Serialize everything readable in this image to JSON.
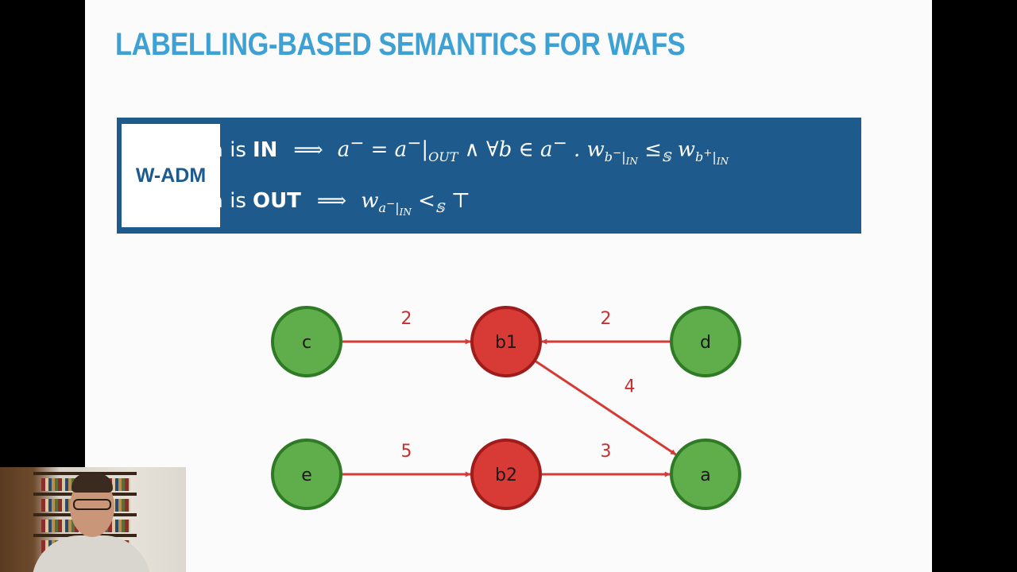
{
  "slide": {
    "title": "LABELLING-BASED SEMANTICS FOR WAFS"
  },
  "definition": {
    "label": "W-ADM",
    "in_rule": {
      "prefix": "a is",
      "keyword": "IN",
      "arrow": "⟹",
      "formula": "a⁻ = a⁻|OUT ∧ ∀b ∈ a⁻ . w_{b⁻|IN} ≤𝕊 w_{b⁺|IN}"
    },
    "out_rule": {
      "prefix": "a is",
      "keyword": "OUT",
      "arrow": "⟹",
      "formula": "w_{a⁻|IN} <𝕊 ⊤"
    }
  },
  "graph": {
    "colors": {
      "in_fill": "#5fae4b",
      "in_stroke": "#2f7a25",
      "out_fill": "#d83a36",
      "out_stroke": "#9e1c1a",
      "edge": "#d43b37"
    },
    "nodes": [
      {
        "id": "c",
        "label": "c",
        "status": "in"
      },
      {
        "id": "b1",
        "label": "b1",
        "status": "out"
      },
      {
        "id": "d",
        "label": "d",
        "status": "in"
      },
      {
        "id": "e",
        "label": "e",
        "status": "in"
      },
      {
        "id": "b2",
        "label": "b2",
        "status": "out"
      },
      {
        "id": "a",
        "label": "a",
        "status": "in"
      }
    ],
    "edges": [
      {
        "from": "c",
        "to": "b1",
        "weight": "2"
      },
      {
        "from": "d",
        "to": "b1",
        "weight": "2"
      },
      {
        "from": "b1",
        "to": "a",
        "weight": "4"
      },
      {
        "from": "e",
        "to": "b2",
        "weight": "5"
      },
      {
        "from": "b2",
        "to": "a",
        "weight": "3"
      }
    ]
  }
}
